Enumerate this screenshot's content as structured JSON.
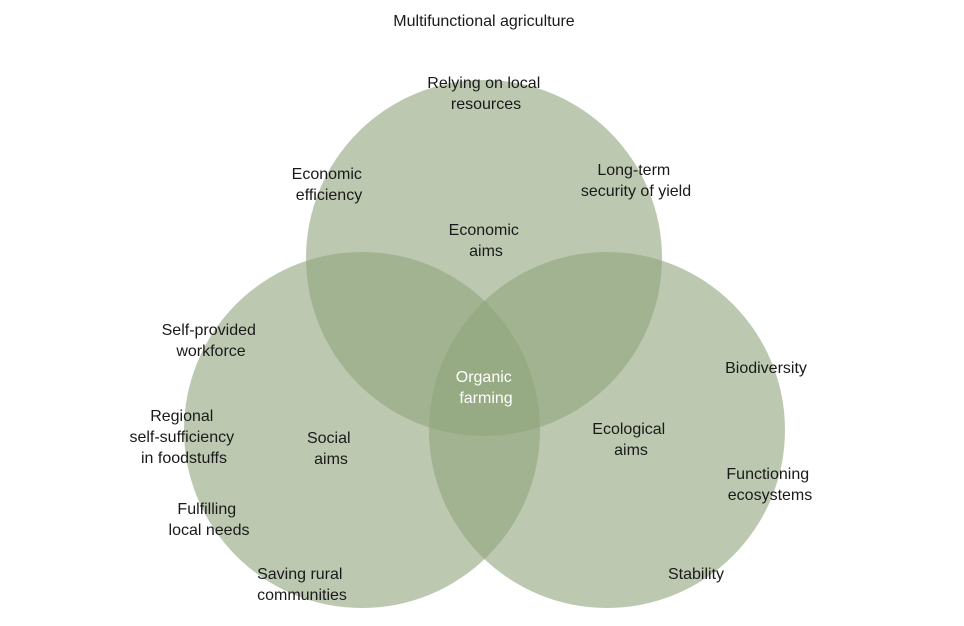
{
  "title": "Multifunctional agriculture",
  "colors": {
    "circle_fill": "#8fa57b",
    "text": "#1a1a1a",
    "center_text": "#ffffff"
  },
  "circles": {
    "economic": {
      "heading": [
        "Economic",
        "aims"
      ],
      "items": {
        "local_resources": [
          "Relying on local",
          "resources"
        ],
        "efficiency": [
          "Economic",
          "efficiency"
        ],
        "yield": [
          "Long-term",
          "security of yield"
        ]
      }
    },
    "social": {
      "heading": [
        "Social",
        "aims"
      ],
      "items": {
        "workforce": [
          "Self-provided",
          "workforce"
        ],
        "self_sufficiency": [
          "Regional",
          "self-sufficiency",
          "in foodstuffs"
        ],
        "local_needs": [
          "Fulfilling",
          "local needs"
        ],
        "rural": [
          "Saving rural",
          "communities"
        ]
      }
    },
    "ecological": {
      "heading": [
        "Ecological",
        "aims"
      ],
      "items": {
        "biodiversity": [
          "Biodiversity"
        ],
        "ecosystems": [
          "Functioning",
          "ecosystems"
        ],
        "stability": [
          "Stability"
        ]
      }
    }
  },
  "center": [
    "Organic",
    "farming"
  ]
}
